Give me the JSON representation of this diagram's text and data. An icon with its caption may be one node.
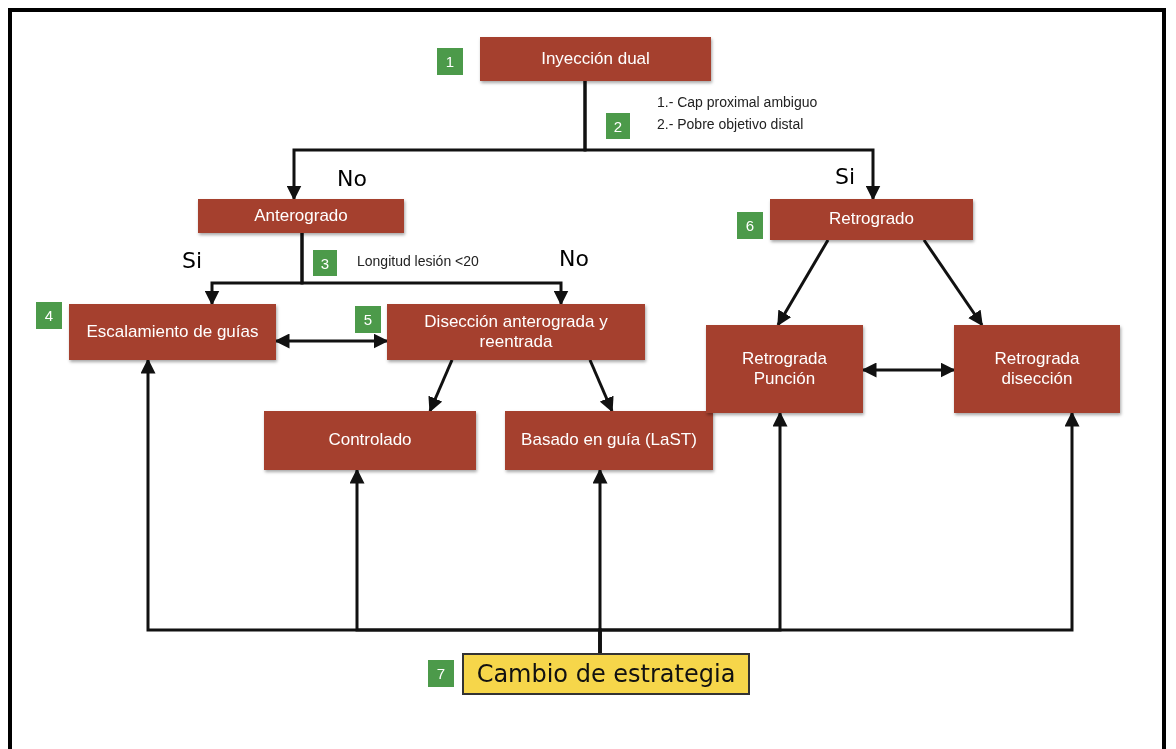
{
  "diagram": {
    "nodes": [
      {
        "text": [
          "Inyección dual"
        ],
        "beside": [
          "1"
        ]
      },
      {
        "text": [
          "Anterogrado"
        ]
      },
      {
        "text": [
          "Retrogrado"
        ],
        "beside": [
          "6"
        ]
      },
      {
        "text": [
          "Escalamiento de guías"
        ],
        "beside": [
          "4"
        ]
      },
      {
        "text": [
          "Disección anterograda y reentrada"
        ],
        "beside": [
          "5"
        ]
      },
      {
        "text": [
          "Controlado"
        ]
      },
      {
        "text": [
          "Basado en guía (LaST)"
        ]
      },
      {
        "text": [
          "Retrograda Punción"
        ]
      },
      {
        "text": [
          "Retrograda disección"
        ]
      },
      {
        "text": [
          "Cambio de estrategia"
        ],
        "beside": [
          "7"
        ]
      }
    ],
    "edges": [
      {
        "from": 0,
        "to": 1,
        "arrow": "to",
        "label": "No"
      },
      {
        "from": 0,
        "to": 2,
        "arrow": "to",
        "label": "Si"
      },
      {
        "from": 1,
        "to": 3,
        "arrow": "to",
        "label": "Si"
      },
      {
        "from": 1,
        "to": 4,
        "arrow": "to",
        "label": "No"
      },
      {
        "from": 3,
        "to": 4,
        "arrow": "both"
      },
      {
        "from": 4,
        "to": 5,
        "arrow": "to"
      },
      {
        "from": 4,
        "to": 6,
        "arrow": "to"
      },
      {
        "from": 2,
        "to": 7,
        "arrow": "to"
      },
      {
        "from": 2,
        "to": 8,
        "arrow": "to"
      },
      {
        "from": 7,
        "to": 8,
        "arrow": "both"
      },
      {
        "from": 9,
        "to": 3,
        "arrow": "to"
      },
      {
        "from": 9,
        "to": 5,
        "arrow": "to"
      },
      {
        "from": 9,
        "to": 6,
        "arrow": "to"
      },
      {
        "from": 9,
        "to": 7,
        "arrow": "to"
      },
      {
        "from": 9,
        "to": 8,
        "arrow": "to"
      }
    ],
    "labels": [
      "2",
      "1.- Cap proximal ambiguo",
      "2.- Pobre objetivo distal",
      "3",
      "Longitud lesión <20"
    ]
  }
}
